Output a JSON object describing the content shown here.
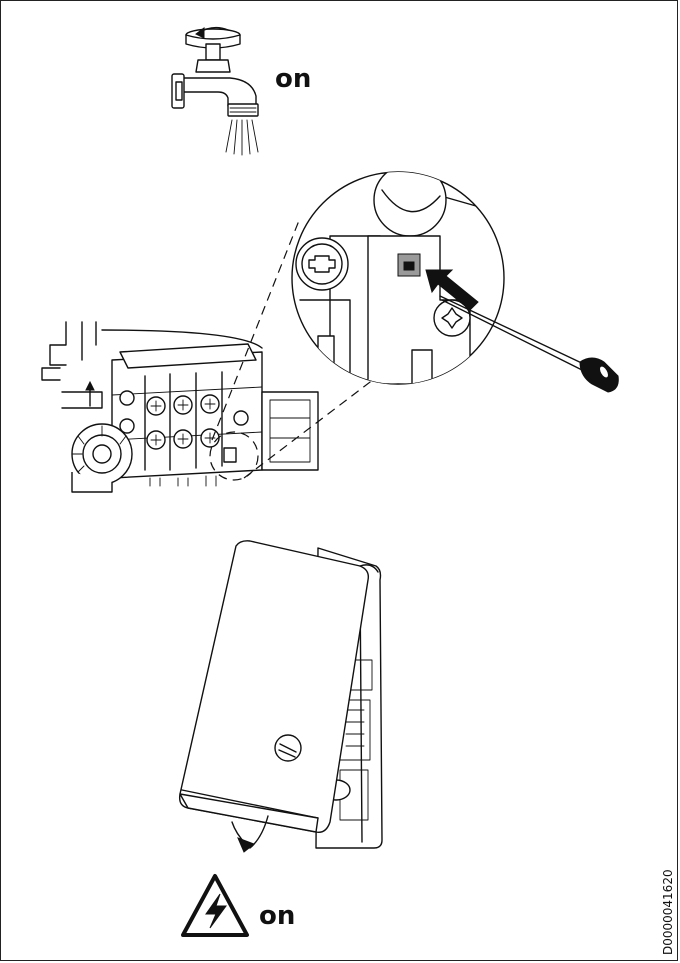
{
  "labels": {
    "faucet_state": "on",
    "power_state": "on"
  },
  "document_id": "D0000041620",
  "icons": [
    "faucet-icon",
    "screwdriver-icon",
    "high-voltage-warning-icon",
    "rotate-arrow-icon",
    "close-arrow-icon"
  ],
  "colors": {
    "line": "#111111",
    "background": "#ffffff"
  }
}
